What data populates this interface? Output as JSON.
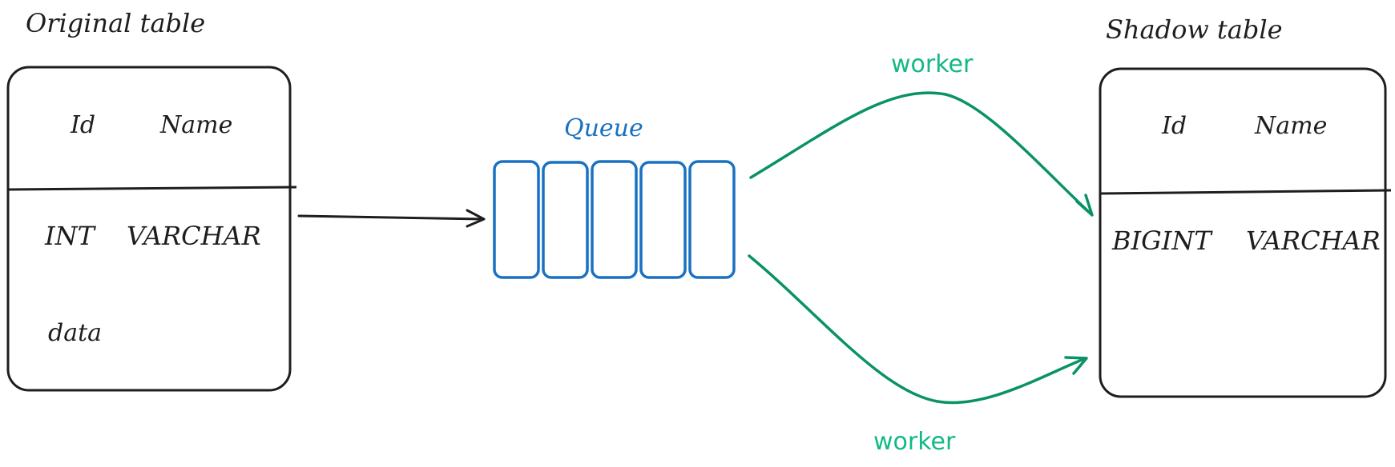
{
  "original_table": {
    "title": "Original table",
    "columns": [
      "Id",
      "Name"
    ],
    "types": [
      "INT",
      "VARCHAR"
    ],
    "row_label": "data"
  },
  "queue": {
    "label": "Queue",
    "slot_count": 5,
    "color": "#1971c2"
  },
  "workers": {
    "top_label": "worker",
    "bottom_label": "worker",
    "color": "#099268"
  },
  "shadow_table": {
    "title": "Shadow table",
    "columns": [
      "Id",
      "Name"
    ],
    "types": [
      "BIGINT",
      "VARCHAR"
    ]
  },
  "ink_color": "#1e1e1e"
}
